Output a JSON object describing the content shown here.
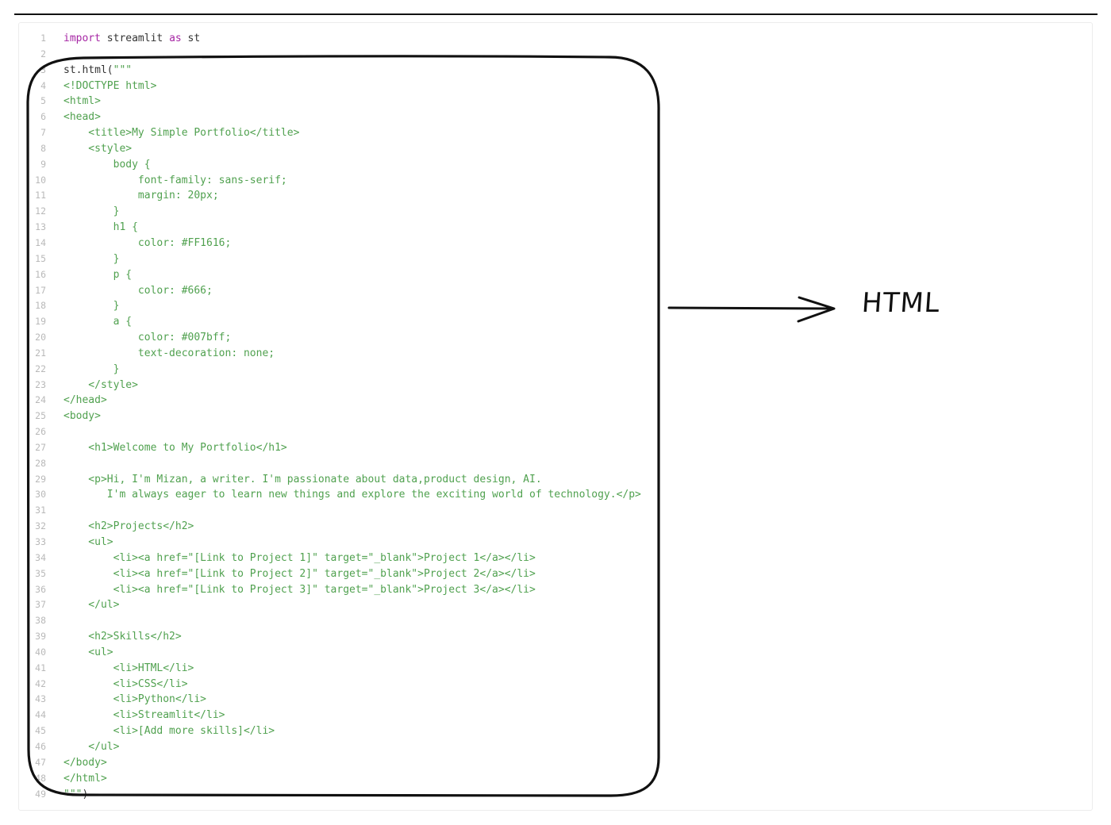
{
  "editor": {
    "line_numbers": [
      "1",
      "2",
      "3",
      "4",
      "5",
      "6",
      "7",
      "8",
      "9",
      "10",
      "11",
      "12",
      "13",
      "14",
      "15",
      "16",
      "17",
      "18",
      "19",
      "20",
      "21",
      "22",
      "23",
      "24",
      "25",
      "26",
      "27",
      "28",
      "29",
      "30",
      "31",
      "32",
      "33",
      "34",
      "35",
      "36",
      "37",
      "38",
      "39",
      "40",
      "41",
      "42",
      "43",
      "44",
      "45",
      "46",
      "47",
      "48",
      "49"
    ],
    "line1": {
      "kw1": "import",
      "mid": " streamlit ",
      "kw2": "as",
      "end": " st"
    },
    "line3": {
      "call": "st.html(",
      "quote": "\"\"\""
    },
    "lines": [
      "<!DOCTYPE html>",
      "<html>",
      "<head>",
      "    <title>My Simple Portfolio</title>",
      "    <style>",
      "        body {",
      "            font-family: sans-serif;",
      "            margin: 20px;",
      "        }",
      "        h1 {",
      "            color: #FF1616;",
      "        }",
      "        p {",
      "            color: #666;",
      "        }",
      "        a {",
      "            color: #007bff;",
      "            text-decoration: none;",
      "        }",
      "    </style>",
      "</head>",
      "<body>",
      "",
      "    <h1>Welcome to My Portfolio</h1>",
      "",
      "    <p>Hi, I'm Mizan, a writer. I'm passionate about data,product design, AI.",
      "       I'm always eager to learn new things and explore the exciting world of technology.</p>",
      "",
      "    <h2>Projects</h2>",
      "    <ul>",
      "        <li><a href=\"[Link to Project 1]\" target=\"_blank\">Project 1</a></li>",
      "        <li><a href=\"[Link to Project 2]\" target=\"_blank\">Project 2</a></li>",
      "        <li><a href=\"[Link to Project 3]\" target=\"_blank\">Project 3</a></li>",
      "    </ul>",
      "",
      "    <h2>Skills</h2>",
      "    <ul>",
      "        <li>HTML</li>",
      "        <li>CSS</li>",
      "        <li>Python</li>",
      "        <li>Streamlit</li>",
      "        <li>[Add more skills]</li>",
      "    </ul>",
      "</body>",
      "</html>"
    ],
    "line49": {
      "quote": "\"\"\"",
      "close": ")"
    }
  },
  "annotation": {
    "label": "HTML"
  },
  "colors": {
    "keyword": "#a626a4",
    "string": "#50a14f",
    "text": "#333333",
    "line_number": "#b9b9b9",
    "sketch": "#111111"
  }
}
